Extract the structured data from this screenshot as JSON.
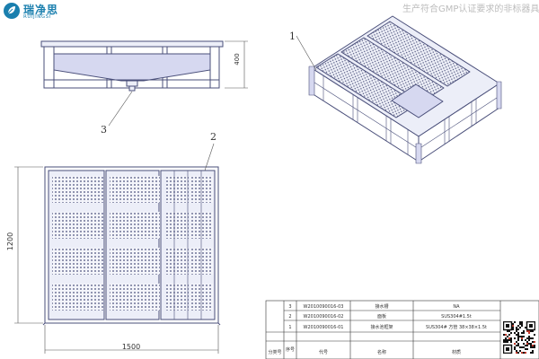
{
  "header": {
    "brand": "瑞净思",
    "brand_sub": "RUIJINGSI",
    "slogan": "生产符合GMP认证要求的非标器具"
  },
  "dimensions": {
    "front_height": "400",
    "plan_width": "1500",
    "plan_depth": "1200"
  },
  "callouts": [
    "1",
    "2",
    "3"
  ],
  "bom": {
    "headers": [
      "分类号",
      "序号",
      "代号",
      "名称",
      "材质"
    ],
    "rows": [
      {
        "seq": "3",
        "code": "W2010090016-03",
        "name": "接水槽",
        "material": "NA"
      },
      {
        "seq": "2",
        "code": "W2010090016-02",
        "name": "面板",
        "material": "SUS304#1.5t"
      },
      {
        "seq": "1",
        "code": "W2010090016-01",
        "name": "接水池框架",
        "material": "SUS304# 方管 38×38×1.5t"
      }
    ]
  },
  "colors": {
    "line": "#4a4f7a",
    "fill": "#eceef8",
    "blue_fill": "#d6d8f0",
    "dim": "#555555",
    "brand": "#1a7fae"
  }
}
